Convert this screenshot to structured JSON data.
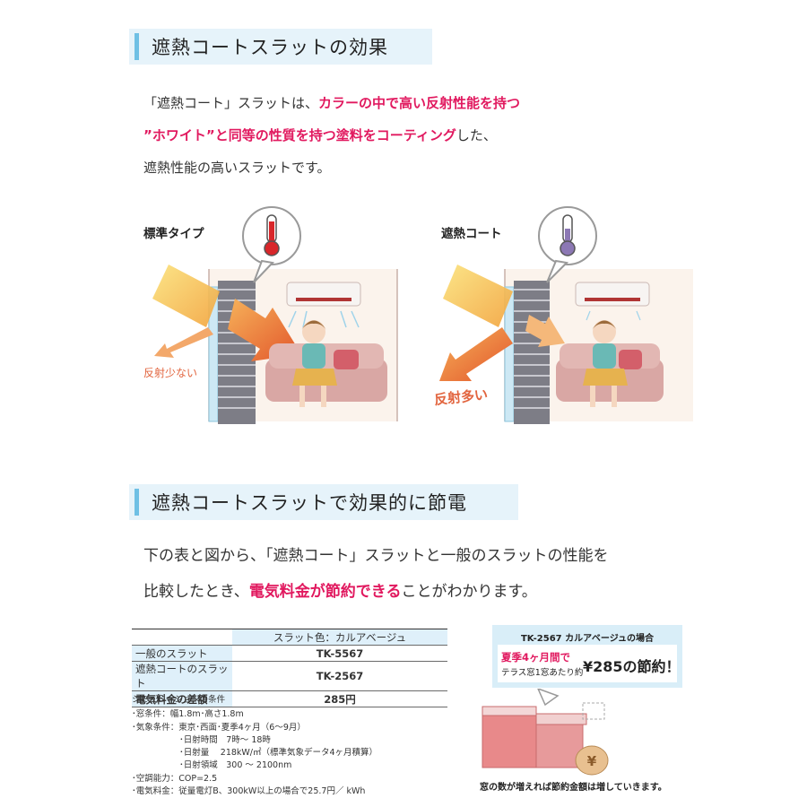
{
  "section1": {
    "heading": "遮熱コートスラットの効果",
    "line1_plain": "「遮熱コート」スラットは、",
    "line1_pink": "カラーの中で高い反射性能を持つ",
    "line2_pink": "”ホワイト”と同等の性質を持つ塗料をコーティング",
    "line2_plain": "した、",
    "line3": "遮熱性能の高いスラットです。"
  },
  "illustrations": {
    "standard_label": "標準タイプ",
    "standard_reflect": "反射少ない",
    "coat_label": "遮熱コート",
    "coat_reflect": "反射多い",
    "colors": {
      "hot": "#d8262a",
      "cool": "#8c78b4",
      "sun": "#f0a030",
      "sofa": "#d9a7a4"
    }
  },
  "section2": {
    "heading": "遮熱コートスラットで効果的に節電",
    "line1": "下の表と図から、「遮熱コート」スラットと一般のスラットの性能を",
    "line2_plain_a": "比較したとき、",
    "line2_pink": "電気料金が節約できる",
    "line2_plain_b": "ことがわかります。"
  },
  "table": {
    "header_col": "スラット色：カルアベージュ",
    "rows": [
      {
        "label": "一般のスラット",
        "value": "TK-5567"
      },
      {
        "label": "遮熱コートのスラット",
        "value": "TK-2567"
      },
      {
        "label": "電気料金の差額",
        "value": "285円"
      }
    ]
  },
  "conditions": [
    "シミュレーションの条件",
    "･窓条件：幅1.8m･高さ1.8m",
    "･気象条件：東京･西面･夏季4ヶ月（6～9月）",
    "･日射時間　7時～ 18時",
    "･日射量　 218kW/㎡（標準気象データ4ヶ月積算）",
    "･日射領域　300 ～ 2100nm",
    "･空調能力：COP=2.5",
    "･電気料金：従量電灯B、300kW以上の場合で25.7円／ kWh"
  ],
  "callout": {
    "title": "TK-2567 カルアベージュの場合",
    "period": "夏季4ヶ月間で",
    "per_window": "テラス窓1窓あたり約",
    "amount": "¥285の節約！",
    "coin_symbol": "¥"
  },
  "footnote": "窓の数が増えれば節約金額は増していきます。"
}
